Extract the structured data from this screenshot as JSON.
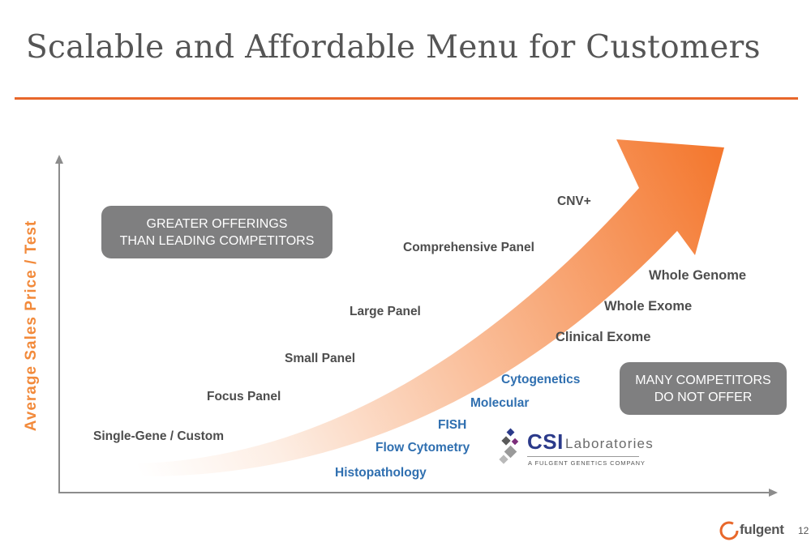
{
  "title": "Scalable and Affordable Menu for Customers",
  "y_axis_label": "Average Sales Price / Test",
  "callouts": {
    "left": [
      "GREATER OFFERINGS",
      "THAN LEADING COMPETITORS"
    ],
    "right": [
      "MANY COMPETITORS",
      "DO NOT OFFER"
    ]
  },
  "offerings": {
    "single_gene": "Single-Gene / Custom",
    "focus_panel": "Focus Panel",
    "small_panel": "Small Panel",
    "large_panel": "Large Panel",
    "comprehensive_panel": "Comprehensive Panel",
    "cnv": "CNV+",
    "whole_genome": "Whole Genome",
    "whole_exome": "Whole Exome",
    "clinical_exome": "Clinical Exome"
  },
  "csi_services": {
    "cytogenetics": "Cytogenetics",
    "molecular": "Molecular",
    "fish": "FISH",
    "flow_cytometry": "Flow Cytometry",
    "histopathology": "Histopathology"
  },
  "csi_logo": {
    "name": "CSI",
    "name_suffix": "Laboratories",
    "tagline": "A FULGENT GENETICS COMPANY"
  },
  "footer": {
    "brand": "fulgent",
    "page_number": "12"
  },
  "colors": {
    "accent": "#e8672a",
    "arrow_light": "#fde3d3",
    "arrow_dark": "#f4782f",
    "callout_bg": "#7f7f80",
    "service_blue": "#2f6fb0",
    "csi_navy": "#2b3a8a"
  }
}
